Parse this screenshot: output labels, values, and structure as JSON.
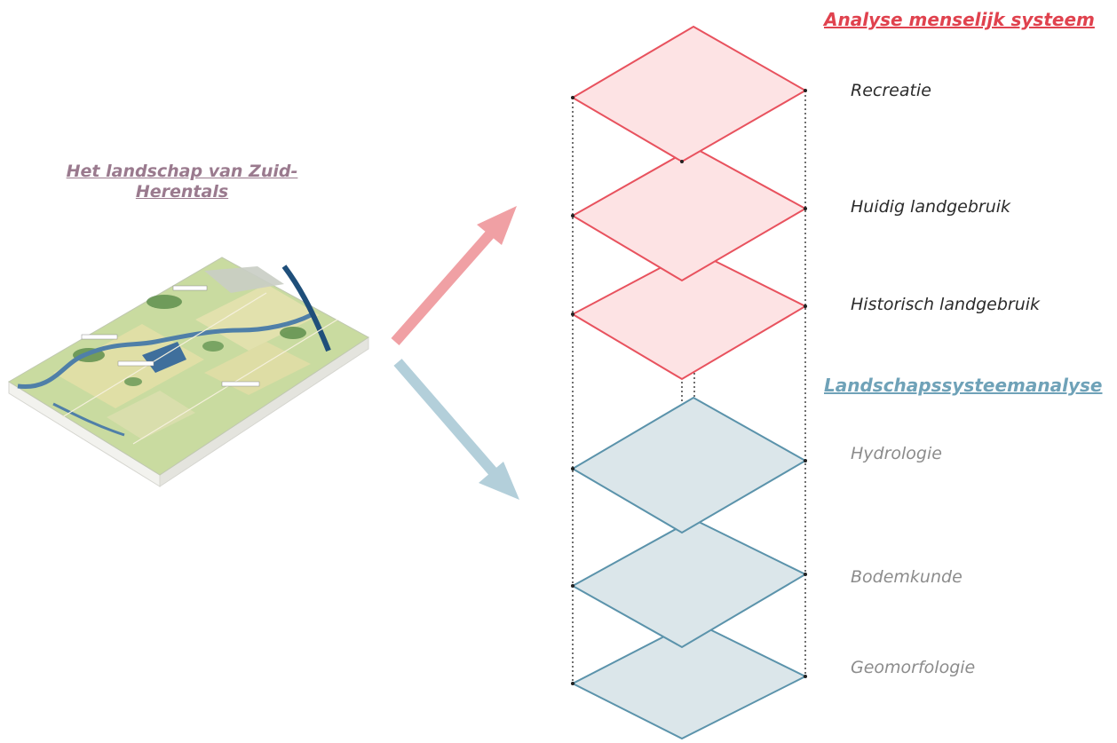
{
  "left_panel": {
    "title": "Het landschap van Zuid-Herentals",
    "title_line1": "Het landschap van Zuid-",
    "title_line2": "Herentals"
  },
  "human_system": {
    "title": "Analyse menselijk systeem",
    "color": "#e8525e",
    "fill": "#fde3e4",
    "layers": [
      {
        "label": "Recreatie"
      },
      {
        "label": "Huidig landgebruik"
      },
      {
        "label": "Historisch landgebruik"
      }
    ]
  },
  "landscape_system": {
    "title": "Landschapssysteemanalyse",
    "color": "#5b93ab",
    "fill": "#dbe6ea",
    "layers": [
      {
        "label": "Hydrologie"
      },
      {
        "label": "Bodemkunde"
      },
      {
        "label": "Geomorfologie"
      }
    ]
  },
  "arrows": {
    "up_color": "#f0a0a4",
    "down_color": "#b3cfda"
  }
}
